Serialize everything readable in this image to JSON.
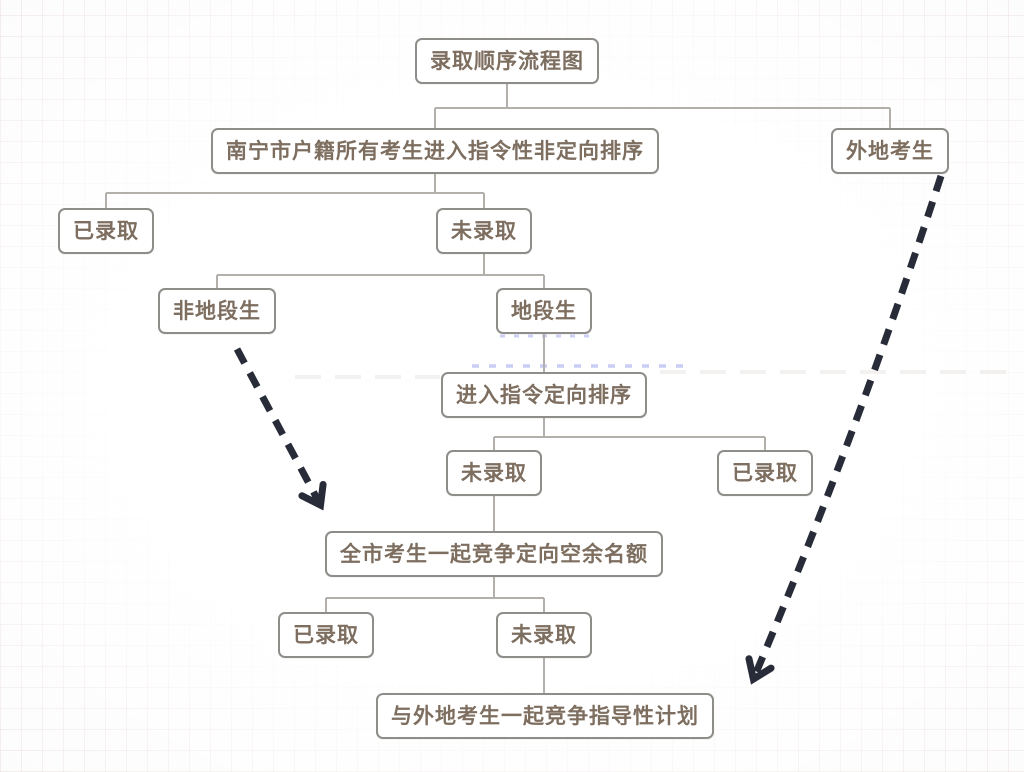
{
  "diagram": {
    "title": "录取顺序流程图",
    "nodes": [
      {
        "id": "title",
        "label": "录取顺序流程图"
      },
      {
        "id": "nanning-sort",
        "label": "南宁市户籍所有考生进入指令性非定向排序"
      },
      {
        "id": "out-of-town",
        "label": "外地考生"
      },
      {
        "id": "admitted-1",
        "label": "已录取"
      },
      {
        "id": "not-admitted-1",
        "label": "未录取"
      },
      {
        "id": "non-district",
        "label": "非地段生"
      },
      {
        "id": "district",
        "label": "地段生"
      },
      {
        "id": "directional-sort",
        "label": "进入指令定向排序"
      },
      {
        "id": "not-admitted-2",
        "label": "未录取"
      },
      {
        "id": "admitted-2",
        "label": "已录取"
      },
      {
        "id": "citywide-compete",
        "label": "全市考生一起竞争定向空余名额"
      },
      {
        "id": "admitted-3",
        "label": "已录取"
      },
      {
        "id": "not-admitted-3",
        "label": "未录取"
      },
      {
        "id": "guided-plan",
        "label": "与外地考生一起竞争指导性计划"
      }
    ]
  },
  "theme": {
    "box_border": "#8f8d89",
    "box_text": "#7d6e5f",
    "connector": "#b3b0ab",
    "arrow": "#272c38",
    "watermark_blue": "#3b46d8"
  }
}
